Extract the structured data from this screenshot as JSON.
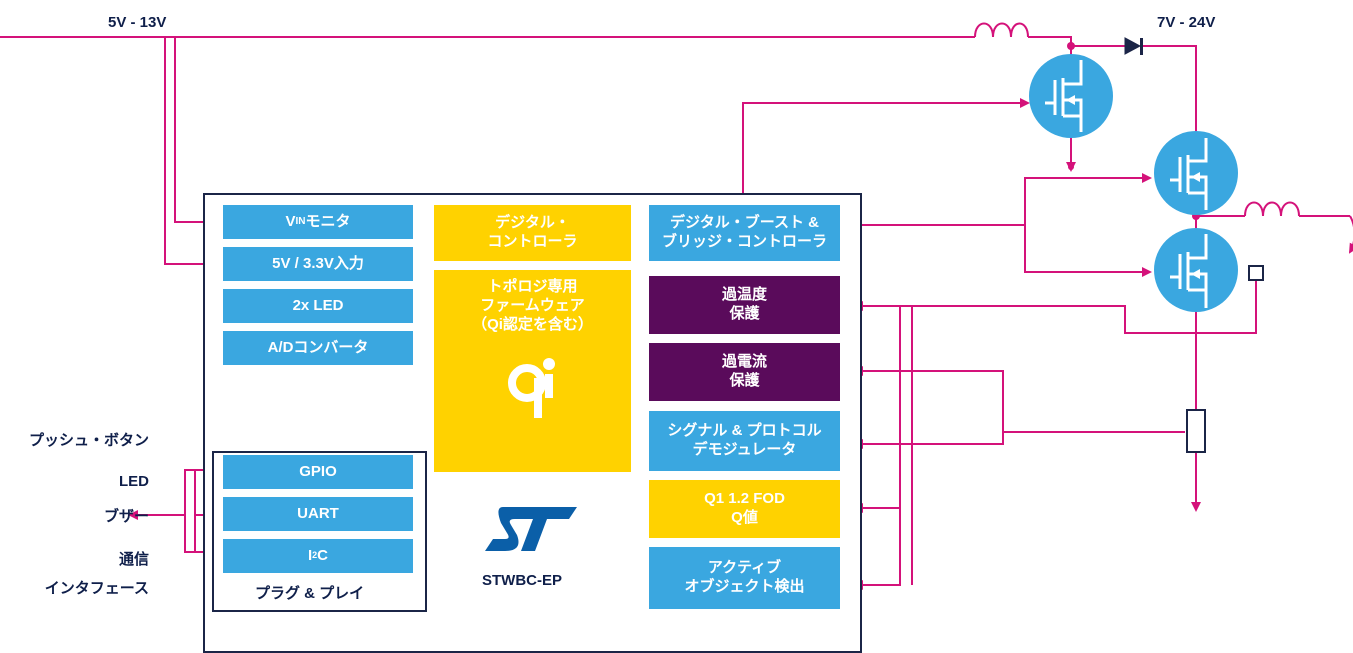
{
  "voltages": {
    "input": "5V - 13V",
    "output": "7V - 24V"
  },
  "left_labels": [
    "プッシュ・ボタン",
    "LED",
    "ブザー",
    "通信",
    "インタフェース"
  ],
  "chip": {
    "name": "STWBC-EP",
    "left_blocks": {
      "vin_prefix": "V",
      "vin_sub": "IN",
      "vin_suffix": "モニタ",
      "input_5v": "5V / 3.3V入力",
      "led": "2x LED",
      "adc": "A/Dコンバータ"
    },
    "plug": {
      "gpio": "GPIO",
      "uart": "UART",
      "i2c_prefix": "I",
      "i2c_sup": "2",
      "i2c_suffix": "C",
      "caption": "プラグ & プレイ"
    },
    "center": {
      "digital_controller_1": "デジタル・",
      "digital_controller_2": "コントローラ",
      "firmware_1": "トポロジ専用",
      "firmware_2": "ファームウェア",
      "firmware_3": "（Qi認定を含む）"
    },
    "right_blocks": {
      "boost_1": "デジタル・ブースト &",
      "boost_2": "ブリッジ・コントローラ",
      "temp_1": "過温度",
      "temp_2": "保護",
      "current_1": "過電流",
      "current_2": "保護",
      "signal_1": "シグナル & プロトコル",
      "signal_2": "デモジュレータ",
      "fod_1": "Q1 1.2 FOD",
      "fod_2": "Q値",
      "active_1": "アクティブ",
      "active_2": "オブジェクト検出"
    }
  },
  "colors": {
    "wire": "#d4127a",
    "block_blue": "#3aa7e0",
    "block_yellow": "#ffd200",
    "block_purple": "#5a0b5b",
    "chip_border": "#1b2547",
    "text_dark": "#0f1f4a"
  }
}
